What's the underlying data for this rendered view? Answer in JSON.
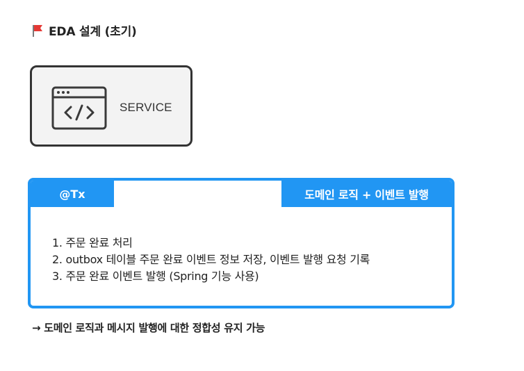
{
  "title": {
    "icon": "red-flag-icon",
    "text": "EDA 설계 (초기)"
  },
  "service": {
    "icon": "code-window-icon",
    "label": "SERVICE"
  },
  "transaction": {
    "tab_label": "@Tx",
    "event_label": "도메인 로직 + 이벤트 발행",
    "accent_color": "#2196f3",
    "steps": [
      "1. 주문 완료 처리",
      "2. outbox 테이블 주문 완료 이벤트 정보 저장, 이벤트 발행 요청 기록",
      "3. 주문 완료 이벤트 발행 (Spring 기능 사용)"
    ]
  },
  "conclusion": "→ 도메인 로직과 메시지 발행에 대한 정합성 유지 가능"
}
